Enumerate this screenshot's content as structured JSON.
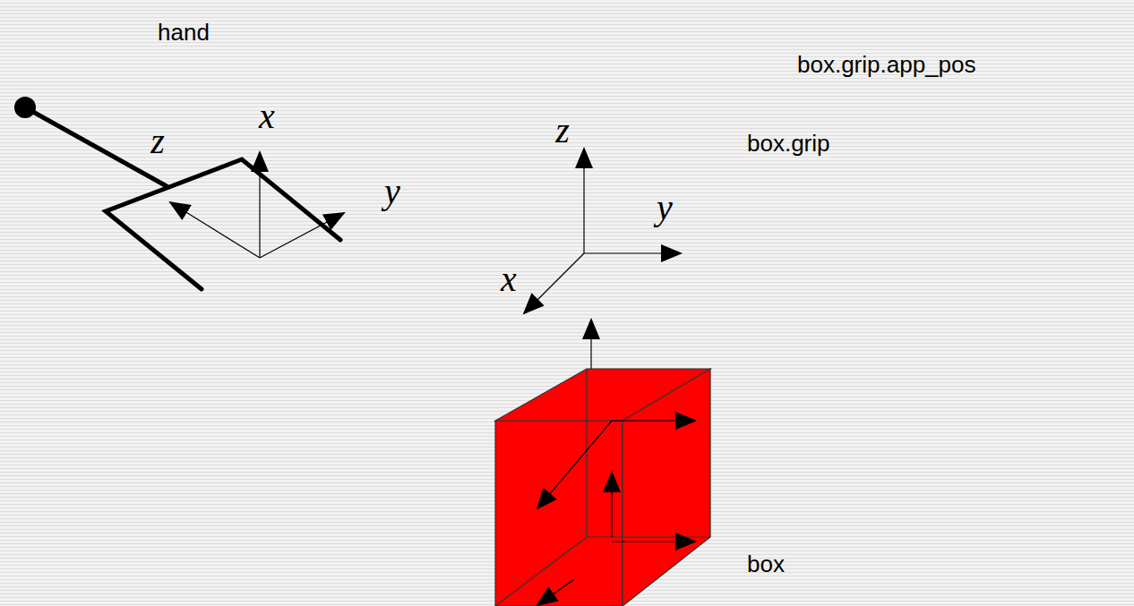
{
  "diagram": {
    "labels": [
      "hand",
      "z",
      "x",
      "y",
      "z",
      "y",
      "x",
      "box.grip.app_pos",
      "box.grip",
      "box"
    ]
  }
}
